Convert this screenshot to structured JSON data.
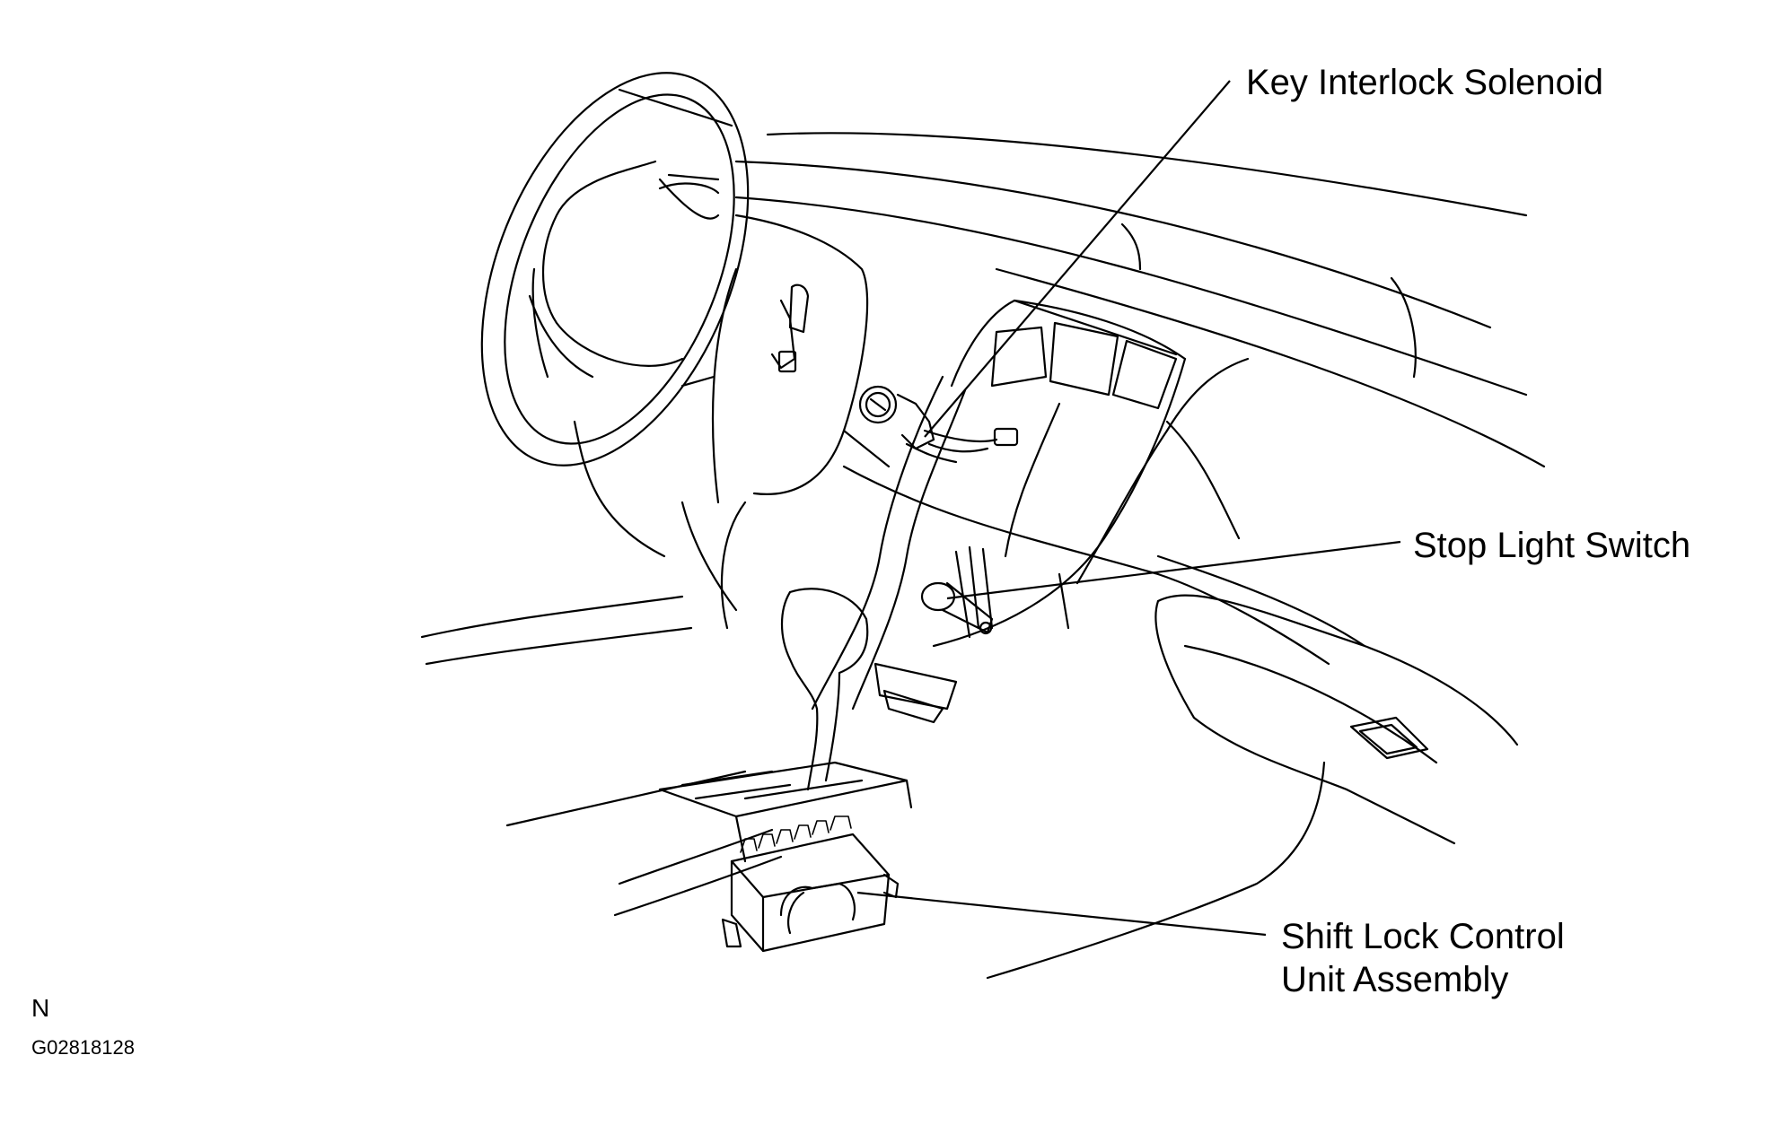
{
  "diagram": {
    "callouts": {
      "key_interlock_solenoid": "Key Interlock Solenoid",
      "stop_light_switch": "Stop Light Switch",
      "shift_lock_control_line1": "Shift Lock Control",
      "shift_lock_control_line2": "Unit Assembly"
    },
    "orientation_marker": "N",
    "figure_code": "G02818128"
  }
}
